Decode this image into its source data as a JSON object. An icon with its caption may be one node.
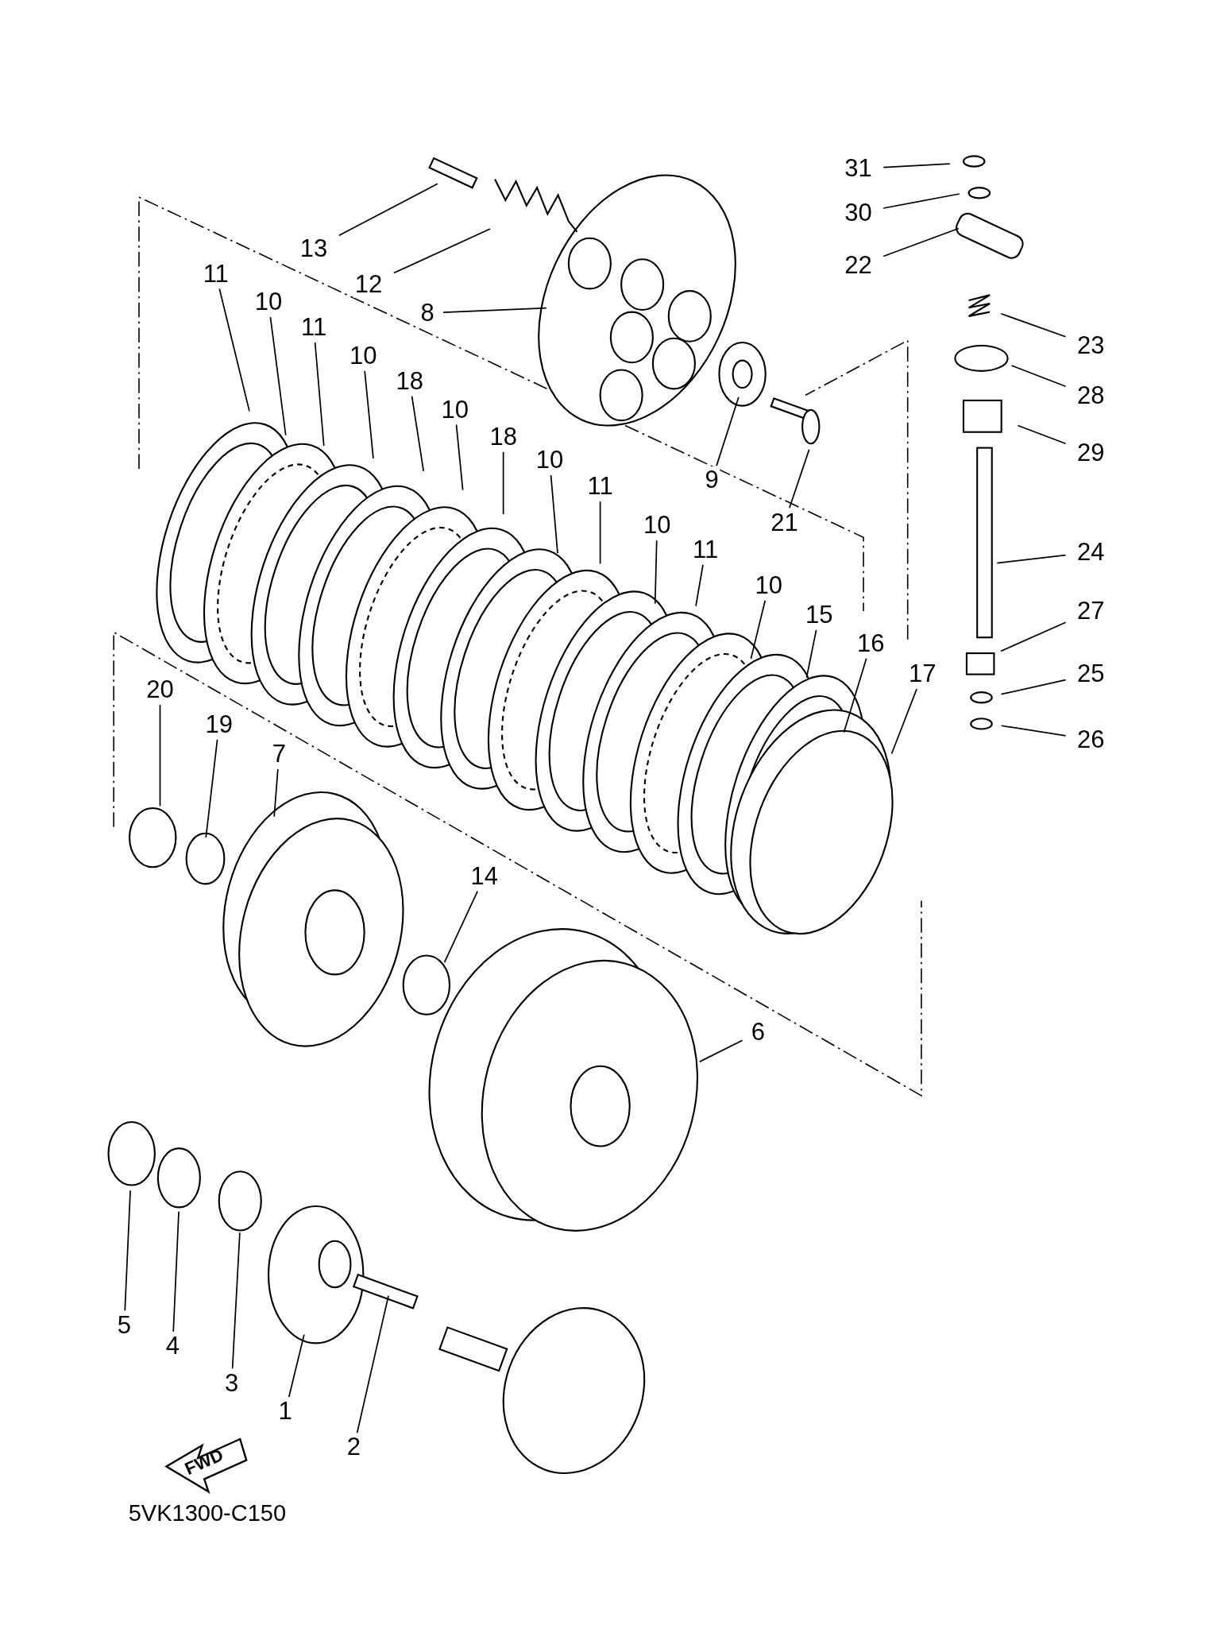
{
  "diagram": {
    "nodes": [
      {
        "text": [
          "31"
        ]
      },
      {
        "text": [
          "30"
        ]
      },
      {
        "text": [
          "22"
        ]
      },
      {
        "text": [
          "13"
        ]
      },
      {
        "text": [
          "12"
        ]
      },
      {
        "text": [
          "8"
        ]
      },
      {
        "text": [
          "11"
        ]
      },
      {
        "text": [
          "10"
        ]
      },
      {
        "text": [
          "11"
        ]
      },
      {
        "text": [
          "10"
        ]
      },
      {
        "text": [
          "18"
        ]
      },
      {
        "text": [
          "10"
        ]
      },
      {
        "text": [
          "18"
        ]
      },
      {
        "text": [
          "23"
        ]
      },
      {
        "text": [
          "28"
        ]
      },
      {
        "text": [
          "10"
        ]
      },
      {
        "text": [
          "29"
        ]
      },
      {
        "text": [
          "9"
        ]
      },
      {
        "text": [
          "11"
        ]
      },
      {
        "text": [
          "21"
        ]
      },
      {
        "text": [
          "10"
        ]
      },
      {
        "text": [
          "11"
        ]
      },
      {
        "text": [
          "24"
        ]
      },
      {
        "text": [
          "10"
        ]
      },
      {
        "text": [
          "27"
        ]
      },
      {
        "text": [
          "15"
        ]
      },
      {
        "text": [
          "16"
        ]
      },
      {
        "text": [
          "25"
        ]
      },
      {
        "text": [
          "17"
        ]
      },
      {
        "text": [
          "26"
        ]
      },
      {
        "text": [
          "20"
        ]
      },
      {
        "text": [
          "19"
        ]
      },
      {
        "text": [
          "7"
        ]
      },
      {
        "text": [
          "14"
        ]
      },
      {
        "text": [
          "6"
        ]
      },
      {
        "text": [
          "5"
        ]
      },
      {
        "text": [
          "4"
        ]
      },
      {
        "text": [
          "3"
        ]
      },
      {
        "text": [
          "1"
        ]
      },
      {
        "text": [
          "2"
        ]
      }
    ],
    "edges": [
      {
        "from": 0,
        "to": null,
        "arrow": "none"
      },
      {
        "from": 1,
        "to": null,
        "arrow": "none"
      },
      {
        "from": 2,
        "to": null,
        "arrow": "none"
      },
      {
        "from": 3,
        "to": null,
        "arrow": "none"
      },
      {
        "from": 4,
        "to": null,
        "arrow": "none"
      },
      {
        "from": 5,
        "to": null,
        "arrow": "none"
      },
      {
        "from": 6,
        "to": null,
        "arrow": "none"
      },
      {
        "from": 7,
        "to": null,
        "arrow": "none"
      },
      {
        "from": 8,
        "to": null,
        "arrow": "none"
      },
      {
        "from": 9,
        "to": null,
        "arrow": "none"
      },
      {
        "from": 10,
        "to": null,
        "arrow": "none"
      },
      {
        "from": 11,
        "to": null,
        "arrow": "none"
      },
      {
        "from": 12,
        "to": null,
        "arrow": "none"
      },
      {
        "from": 13,
        "to": null,
        "arrow": "none"
      },
      {
        "from": 14,
        "to": null,
        "arrow": "none"
      },
      {
        "from": 15,
        "to": null,
        "arrow": "none"
      },
      {
        "from": 16,
        "to": null,
        "arrow": "none"
      },
      {
        "from": 17,
        "to": null,
        "arrow": "none"
      },
      {
        "from": 18,
        "to": null,
        "arrow": "none"
      },
      {
        "from": 19,
        "to": null,
        "arrow": "none"
      },
      {
        "from": 20,
        "to": null,
        "arrow": "none"
      },
      {
        "from": 21,
        "to": null,
        "arrow": "none"
      },
      {
        "from": 22,
        "to": null,
        "arrow": "none"
      },
      {
        "from": 23,
        "to": null,
        "arrow": "none"
      },
      {
        "from": 24,
        "to": null,
        "arrow": "none"
      },
      {
        "from": 25,
        "to": null,
        "arrow": "none"
      },
      {
        "from": 26,
        "to": null,
        "arrow": "none"
      },
      {
        "from": 27,
        "to": null,
        "arrow": "none"
      },
      {
        "from": 28,
        "to": null,
        "arrow": "none"
      },
      {
        "from": 29,
        "to": null,
        "arrow": "none"
      },
      {
        "from": 30,
        "to": null,
        "arrow": "none"
      },
      {
        "from": 31,
        "to": null,
        "arrow": "none"
      },
      {
        "from": 32,
        "to": null,
        "arrow": "none"
      },
      {
        "from": 33,
        "to": null,
        "arrow": "none"
      },
      {
        "from": 34,
        "to": null,
        "arrow": "none"
      },
      {
        "from": 35,
        "to": null,
        "arrow": "none"
      },
      {
        "from": 36,
        "to": null,
        "arrow": "none"
      },
      {
        "from": 37,
        "to": null,
        "arrow": "none"
      },
      {
        "from": 38,
        "to": null,
        "arrow": "none"
      },
      {
        "from": 39,
        "to": null,
        "arrow": "none"
      }
    ],
    "labels": [
      "FWD",
      "5VK1300-C150"
    ]
  }
}
